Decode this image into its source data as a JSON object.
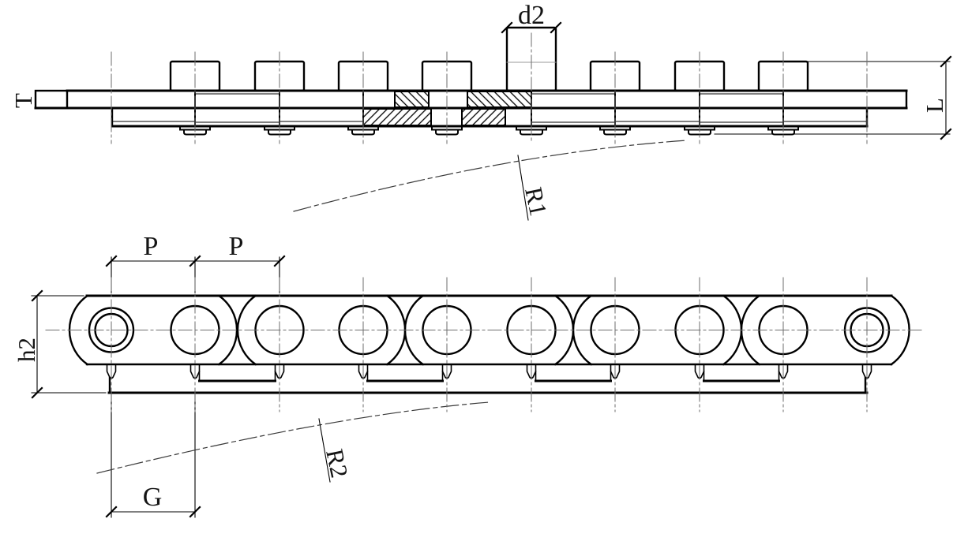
{
  "drawing": {
    "labels": {
      "d2": "d2",
      "t": "T",
      "l": "L",
      "r1": "R1",
      "p_left": "P",
      "p_right": "P",
      "h2": "h2",
      "r2": "R2",
      "g": "G"
    },
    "colors": {
      "line": "#000000",
      "centerline": "#6e6e6e",
      "hatch": "#000000",
      "background": "#ffffff"
    }
  }
}
